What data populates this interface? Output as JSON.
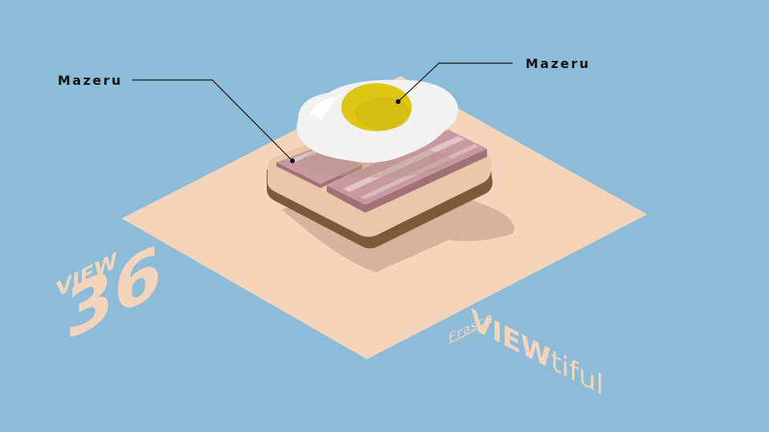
{
  "scene": {
    "colors": {
      "background": "#8dbcd9",
      "plate": "#f4d5bb",
      "text_accent": "#f4d5bb",
      "toast_crust": "#7a5a37",
      "toast_face": "#e8c8a8",
      "bacon": "#c79aa0",
      "egg_white": "#f2f2f2",
      "yolk": "#ddc614"
    }
  },
  "callouts": [
    {
      "label": "Mazeru"
    },
    {
      "label": "Mazeru"
    }
  ],
  "branding": {
    "view_label": "VIEW",
    "view_number": "36",
    "title_bold": "VIEW",
    "title_light": "tiful",
    "subtitle": "Frasco"
  }
}
